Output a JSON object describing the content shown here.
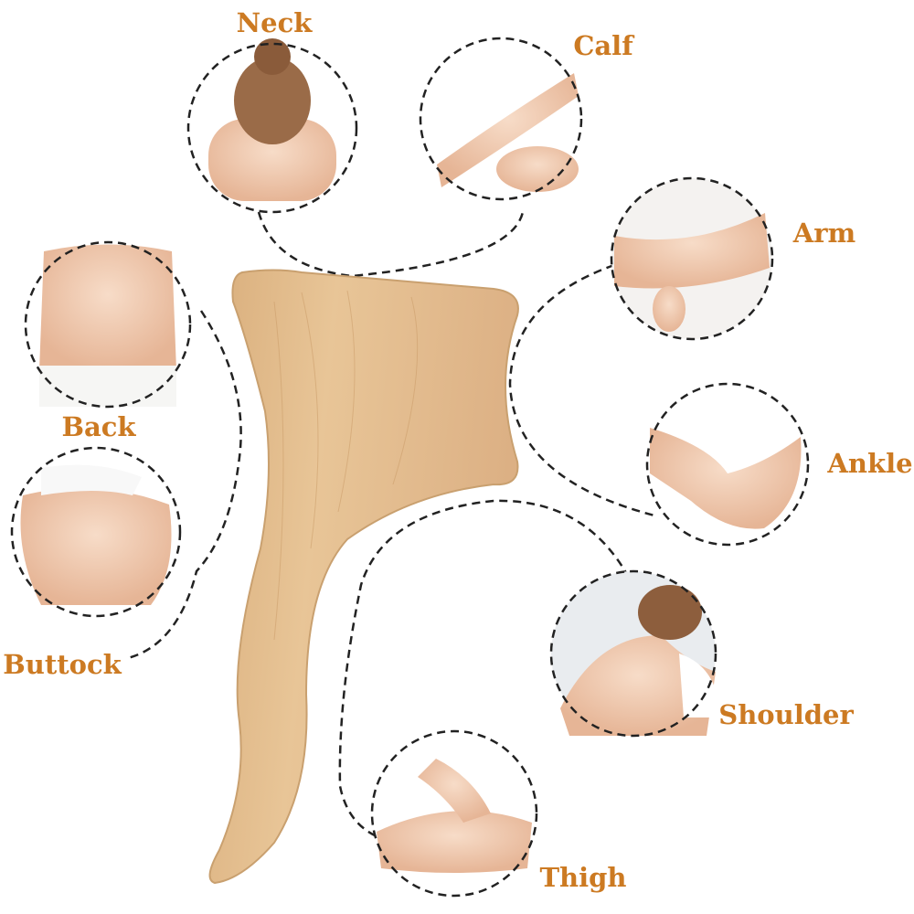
{
  "colors": {
    "label": "#cc7a22",
    "wood": "#e0b98a",
    "skin": "#f0c9ad",
    "dash": "#222222"
  },
  "areas": [
    {
      "id": "neck",
      "label": "Neck"
    },
    {
      "id": "calf",
      "label": "Calf"
    },
    {
      "id": "arm",
      "label": "Arm"
    },
    {
      "id": "ankle",
      "label": "Ankle"
    },
    {
      "id": "shoulder",
      "label": "Shoulder"
    },
    {
      "id": "thigh",
      "label": "Thigh"
    },
    {
      "id": "buttock",
      "label": "Buttock"
    },
    {
      "id": "back",
      "label": "Back"
    }
  ]
}
